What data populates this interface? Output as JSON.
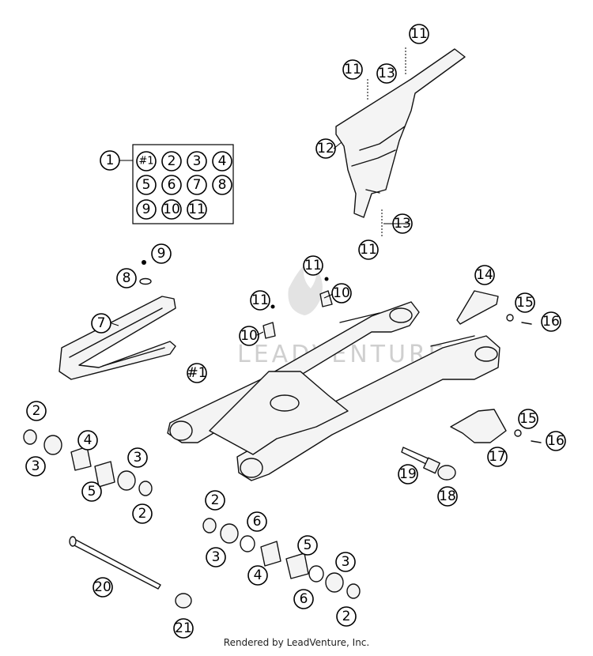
{
  "kit": {
    "number": "1",
    "contents": [
      "#1",
      "2",
      "3",
      "4",
      "5",
      "6",
      "7",
      "8",
      "9",
      "10",
      "11"
    ]
  },
  "callouts": [
    "11",
    "11",
    "13",
    "12",
    "13",
    "11",
    "9",
    "8",
    "7",
    "11",
    "10",
    "11",
    "10",
    "#1",
    "14",
    "15",
    "16",
    "15",
    "16",
    "17",
    "19",
    "18",
    "2",
    "3",
    "4",
    "5",
    "3",
    "2",
    "2",
    "3",
    "6",
    "5",
    "4",
    "3",
    "6",
    "2",
    "20",
    "21"
  ],
  "watermark": "LEADVENTURE",
  "footer": "Rendered by LeadVenture, Inc."
}
